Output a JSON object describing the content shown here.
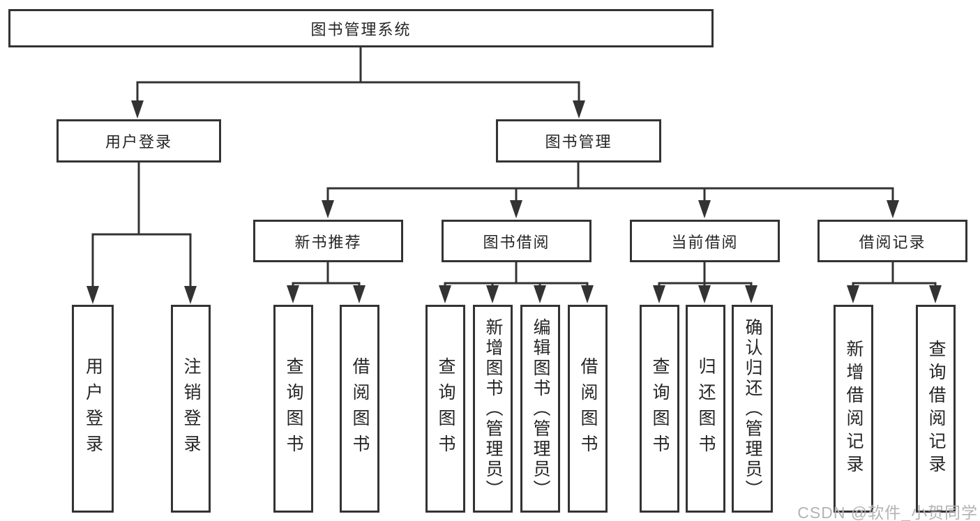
{
  "diagram": {
    "root": {
      "label": "图书管理系统"
    },
    "branches": [
      {
        "label": "用户登录",
        "children": [
          {
            "label": "用户登录"
          },
          {
            "label": "注销登录"
          }
        ]
      },
      {
        "label": "图书管理",
        "children": [
          {
            "label": "新书推荐",
            "children": [
              {
                "label": "查询图书"
              },
              {
                "label": "借阅图书"
              }
            ]
          },
          {
            "label": "图书借阅",
            "children": [
              {
                "label": "查询图书"
              },
              {
                "label": "新增图书（管理员）"
              },
              {
                "label": "编辑图书（管理员）"
              },
              {
                "label": "借阅图书"
              }
            ]
          },
          {
            "label": "当前借阅",
            "children": [
              {
                "label": "查询图书"
              },
              {
                "label": "归还图书"
              },
              {
                "label": "确认归还（管理员）"
              }
            ]
          },
          {
            "label": "借阅记录",
            "children": [
              {
                "label": "新增借阅记录"
              },
              {
                "label": "查询借阅记录"
              }
            ]
          }
        ]
      }
    ]
  },
  "watermark": {
    "text": "CSDN @软件_小贺同学",
    "color": "#b5b2b2"
  },
  "colors": {
    "line": "#333333",
    "box_border": "#333333",
    "text": "#252525",
    "background": "#ffffff"
  }
}
